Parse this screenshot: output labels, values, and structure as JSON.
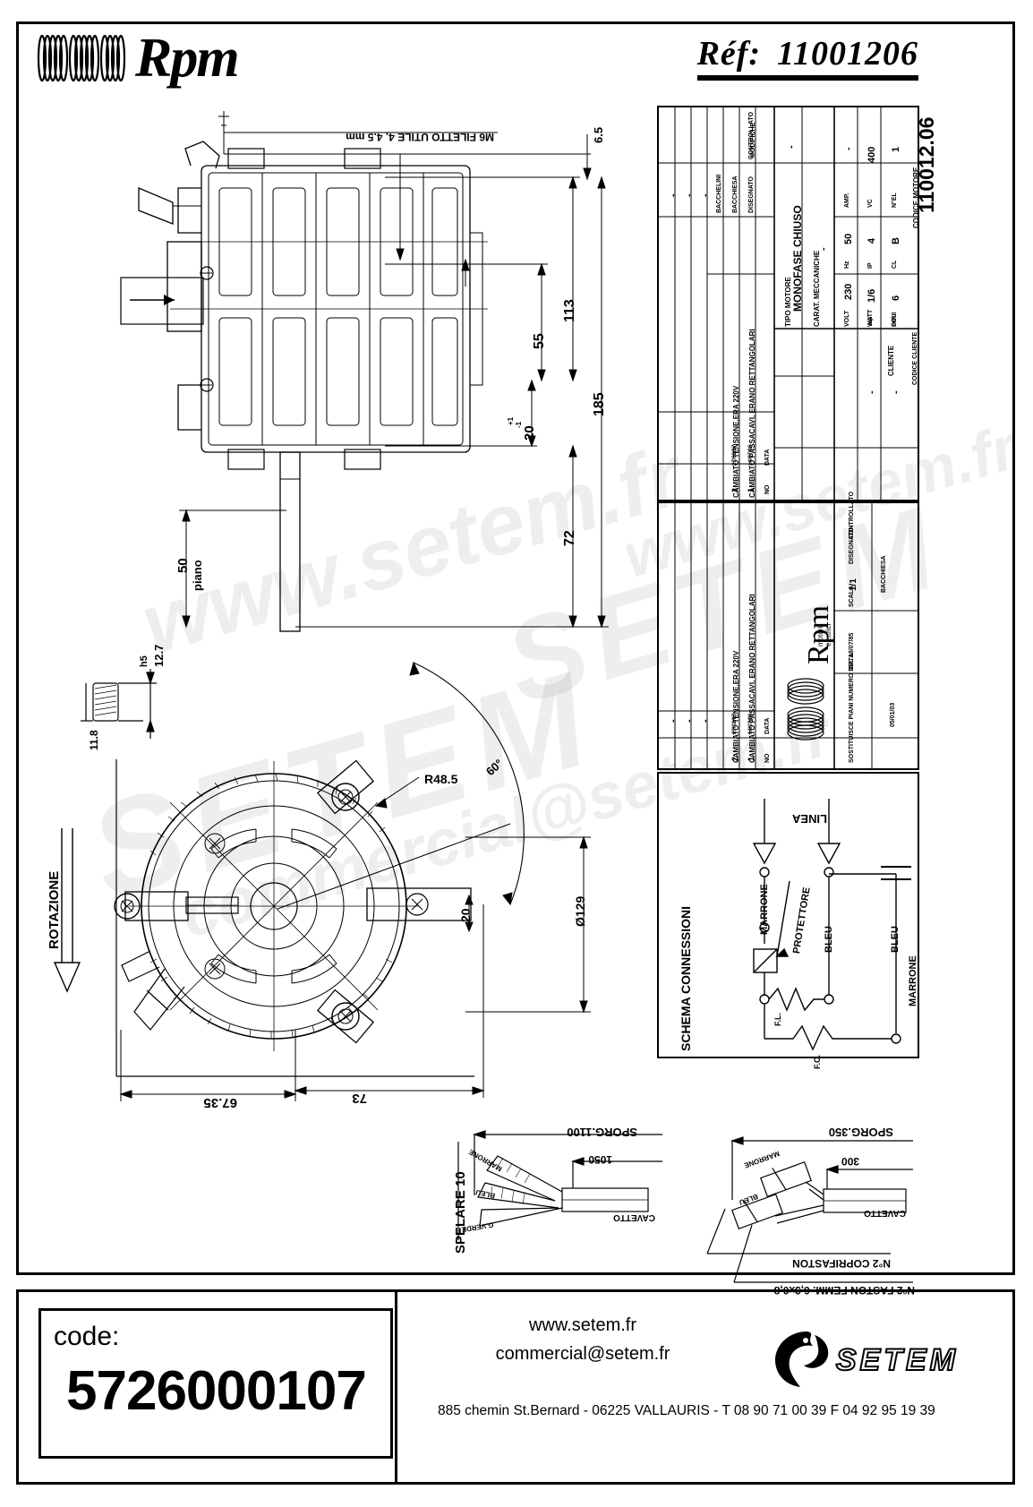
{
  "header": {
    "brand": "Rpm",
    "ref_label": "Réf:",
    "ref_number": "11001206"
  },
  "title_block": {
    "modifiche_label": "MODIFICHE",
    "revisions": [
      {
        "no": "2",
        "data": "27/02/87",
        "text": "CAMBIATO TENSIONE,ERA 220V"
      },
      {
        "no": "1",
        "data": "14/07/86",
        "text": "CAMBIATO PASSACAVI, ERANO RETTANGOLARI"
      }
    ],
    "rev_col_no": "NO",
    "rev_col_data": "DATA",
    "blank_marks": [
      "-",
      "-",
      "-"
    ],
    "people": {
      "disegnato_label": "DISEGNATO",
      "disegnato_value": "BACCHIESA",
      "controllato_label": "CONTROLLATO",
      "controllato_value": "BACCHELINI",
      "dash": "-"
    },
    "tipo_motore_label": "TIPO MOTORE",
    "tipo_motore_value": "MONOFASE CHIUSO",
    "carat_label": "CARAT. MECCANICHE",
    "carat_value": "-",
    "electrical": [
      {
        "label": "VOLT",
        "v1": "230",
        "label2": "Hz",
        "v2": "50",
        "label3": "AMP.",
        "v3": "-"
      },
      {
        "label": "WATT",
        "v1": "-",
        "mid": "Hp",
        "midv": "1/6",
        "label2": "IP",
        "v2": "4",
        "label3": "VC",
        "v3": "400"
      },
      {
        "label": "GIRI",
        "v1": "-",
        "mid": "POLI",
        "midv": "6",
        "label2": "CL",
        "v2": "B",
        "label3": "N°EL",
        "v3": "1"
      }
    ],
    "codice_motore_label": "CODICE MOTORE",
    "codice_motore_value": "110012.06",
    "cliente_label": "CLIENTE",
    "codice_cliente_label": "CODICE CLIENTE",
    "brand": "Rpm",
    "brand_sub": "motori elettrici",
    "sostituisce_label": "SOSTITUISCE PIANI NUMERO DEL",
    "data_label": "DATA",
    "data_value": "18/07/85",
    "data_value2": "05/01/03",
    "scala_label": "SCALA",
    "scala_value": "1/1",
    "disegnato_label": "DISEGNATO",
    "disegnato_value": "BACCHIESA",
    "controllato_label": "CONTROLLATO"
  },
  "schema": {
    "title": "SCHEMA CONNESSIONI",
    "linea": "LINEA",
    "marrone": "MARRONE",
    "marrone2": "MARRONE",
    "protettore": "PROTETTORE",
    "bleu1": "BLEU",
    "bleu2": "BLEU",
    "fl": "F.L.",
    "fc": "F.C."
  },
  "drawing": {
    "thread_note": "M6 FILETTO UTILE 4, 4.5 mm",
    "dims": {
      "d65": "6.5",
      "d113": "113",
      "d55": "55",
      "d185": "185",
      "d20": "20",
      "tol_plus": "+1",
      "tol_minus": "-1",
      "d72": "72",
      "d50": "50",
      "piano": "piano",
      "h5": "h5",
      "d127": "12.7",
      "d118": "11.8",
      "r485": "R48.5",
      "ang60": "60°",
      "dia129": "Ø129",
      "d20b": "20",
      "d6735": "67.35",
      "d73": "73",
      "rotazione": "ROTAZIONE"
    }
  },
  "cable_left": {
    "spelare": "SPELARE 10",
    "sporg": "SPORG.1100",
    "len": "1050",
    "cavetto": "CAVETTO",
    "wires": [
      "MARRONE",
      "BLEU",
      "G.VERDE"
    ]
  },
  "cable_right": {
    "sporg": "SPORG.350",
    "len": "300",
    "cavetto": "CAVETTO",
    "wires": [
      "MARRONE",
      "BLEU"
    ],
    "note1": "N°2 COPRIFASTON",
    "note2": "N°2 FASTON FEMM. 6,3x0,8"
  },
  "footer": {
    "code_label": "code:",
    "code_value": "5726000107",
    "web": "www.setem.fr",
    "email": "commercial@setem.fr",
    "address": "885 chemin St.Bernard  -  06225 VALLAURIS  -  T 08 90 71 00 39   F 04 92 95 19 39",
    "logo_text": "SETEM"
  },
  "watermark": {
    "line1": "www.setem.fr",
    "line2": "SETEM",
    "line3": "commercial@setem.fr"
  }
}
